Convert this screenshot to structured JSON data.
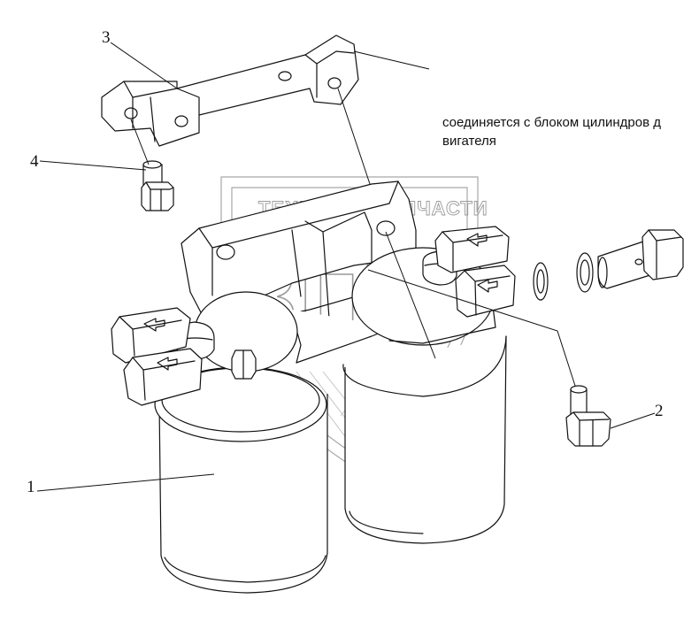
{
  "callouts": {
    "c1": "1",
    "c2": "2",
    "c3": "3",
    "c4": "4"
  },
  "note": {
    "line1": "соединяется с блоком цилиндров д",
    "line2": "вигателя"
  },
  "watermark": {
    "top_text_left": "ТЕХНИКА",
    "top_text_right": "ЗАПЧАСТИ",
    "emblem": "ЗПФ",
    "color": "#9a9a9a"
  }
}
